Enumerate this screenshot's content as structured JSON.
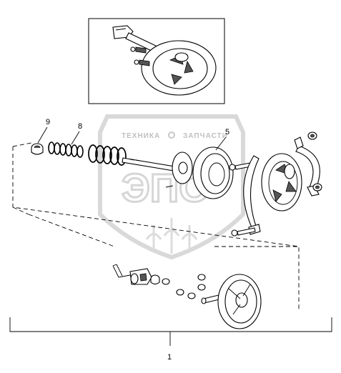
{
  "watermark": {
    "left_word": "ТЕХНИКА",
    "right_word": "ЗАПЧАСТИ",
    "logo_letters": "ЭПО"
  },
  "callouts": {
    "c9": "9",
    "c8": "8",
    "c5": "5",
    "c1": "1"
  }
}
